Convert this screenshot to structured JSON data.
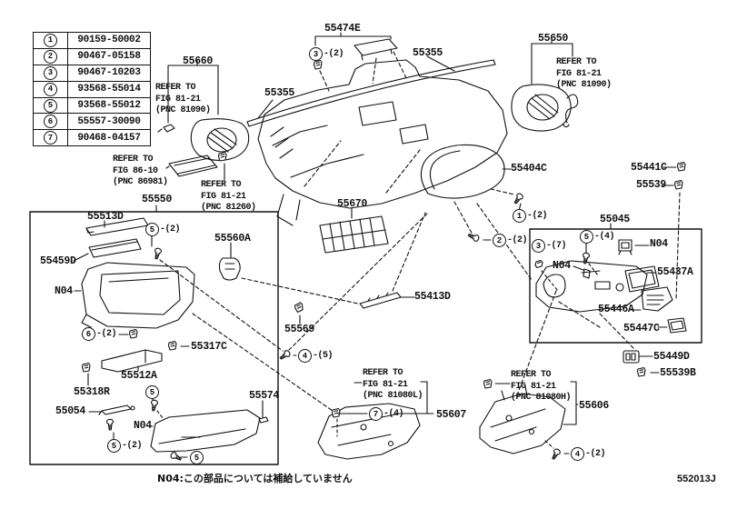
{
  "diagram": {
    "footer_note": "N04:この部品については補給していません",
    "code": "552013J"
  },
  "legend": {
    "rows": [
      {
        "num": "1",
        "part": "90159-50002"
      },
      {
        "num": "2",
        "part": "90467-05158"
      },
      {
        "num": "3",
        "part": "90467-10203"
      },
      {
        "num": "4",
        "part": "93568-55014"
      },
      {
        "num": "5",
        "part": "93568-55012"
      },
      {
        "num": "6",
        "part": "55557-30090"
      },
      {
        "num": "7",
        "part": "90468-04157"
      }
    ]
  },
  "parts": {
    "p55474E": "55474E",
    "p55660": "55660",
    "p55355L": "55355",
    "p55355R": "55355",
    "p55650": "55650",
    "p55550": "55550",
    "p55513D": "55513D",
    "p55459D": "55459D",
    "p55560A": "55560A",
    "p55317C": "55317C",
    "p55512A": "55512A",
    "p55318R": "55318R",
    "p55054": "55054",
    "p55574": "55574",
    "p55569": "55569",
    "p55413D": "55413D",
    "p55670": "55670",
    "p55404C": "55404C",
    "p55607": "55607",
    "p55606": "55606",
    "p55045": "55045",
    "p55437A": "55437A",
    "p55446A": "55446A",
    "p55447C": "55447C",
    "p55441C": "55441C",
    "p55539": "55539",
    "p55449D": "55449D",
    "p55539B": "55539B",
    "n04": "N04"
  },
  "refer": {
    "left_vent": {
      "l1": "REFER TO",
      "l2": "FIG 81-21",
      "l3": "(PNC 81090)"
    },
    "right_vent": {
      "l1": "REFER TO",
      "l2": "FIG 81-21",
      "l3": "(PNC 81090)"
    },
    "glovebox_lamp": {
      "l1": "REFER TO",
      "l2": "FIG 86-10",
      "l3": "(PNC 86981)"
    },
    "clip_81260": {
      "l1": "REFER TO",
      "l2": "FIG 81-21",
      "l3": "(PNC 81260)"
    },
    "panel_81080L": {
      "l1": "REFER TO",
      "l2": "FIG 81-21",
      "l3": "(PNC 81080L)"
    },
    "panel_81080H": {
      "l1": "REFER TO",
      "l2": "FIG 81-21",
      "l3": "(PNC 81080H)"
    }
  },
  "callouts": {
    "c3_top": {
      "num": "3",
      "qty": "-(2)"
    },
    "c1": {
      "num": "1",
      "qty": "-(2)"
    },
    "c2": {
      "num": "2",
      "qty": "-(2)"
    },
    "c5_box": {
      "num": "5",
      "qty": "-(2)"
    },
    "c6": {
      "num": "6",
      "qty": "-(2)"
    },
    "c5_door_top": {
      "num": "5",
      "qty": ""
    },
    "c5_damper": {
      "num": "5",
      "qty": "-(2)"
    },
    "c5_door_bottom": {
      "num": "5",
      "qty": ""
    },
    "c4_center": {
      "num": "4",
      "qty": "-(5)"
    },
    "c7": {
      "num": "7",
      "qty": "-(4)"
    },
    "c3_right": {
      "num": "3",
      "qty": "-(7)"
    },
    "c5_right": {
      "num": "5",
      "qty": "-(4)"
    },
    "c4_right": {
      "num": "4",
      "qty": "-(2)"
    }
  }
}
